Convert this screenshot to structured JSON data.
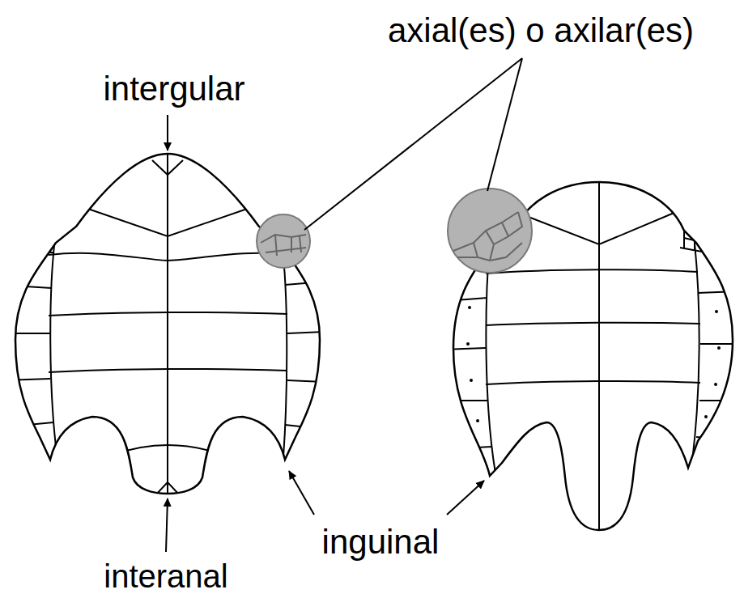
{
  "diagram": {
    "labels": [
      "axial(es) o axilar(es)",
      "intergular",
      "interanal",
      "inguinal"
    ]
  }
}
